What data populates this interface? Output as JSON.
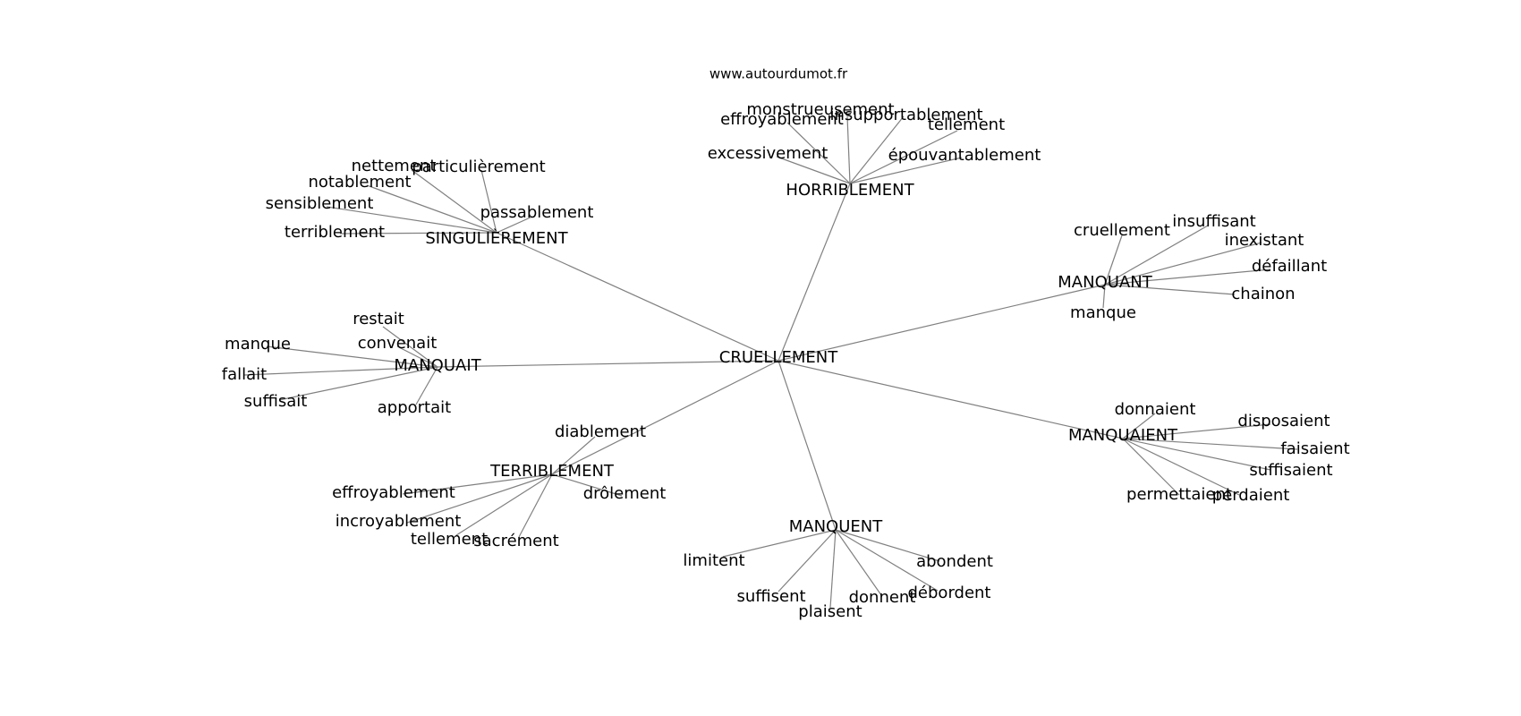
{
  "source": "www.autourdumot.fr",
  "center": "CRUELLEMENT",
  "edge_color": "#808080",
  "hubs": [
    {
      "label": "HORRIBLEMENT",
      "leaves": [
        "monstrueusement",
        "insupportablement",
        "effroyablement",
        "tellement",
        "excessivement",
        "épouvantablement"
      ]
    },
    {
      "label": "SINGULIÈREMENT",
      "leaves": [
        "nettement",
        "particulièrement",
        "notablement",
        "sensiblement",
        "passablement",
        "terriblement"
      ]
    },
    {
      "label": "MANQUANT",
      "leaves": [
        "cruellement",
        "insuffisant",
        "inexistant",
        "défaillant",
        "chainon",
        "manque"
      ]
    },
    {
      "label": "MANQUAIT",
      "leaves": [
        "restait",
        "manque",
        "convenait",
        "fallait",
        "suffisait",
        "apportait"
      ]
    },
    {
      "label": "MANQUAIENT",
      "leaves": [
        "donnaient",
        "disposaient",
        "faisaient",
        "suffisaient",
        "permettaient",
        "perdaient"
      ]
    },
    {
      "label": "TERRIBLEMENT",
      "leaves": [
        "diablement",
        "effroyablement",
        "drôlement",
        "incroyablement",
        "tellement",
        "sacrément"
      ]
    },
    {
      "label": "MANQUENT",
      "leaves": [
        "limitent",
        "abondent",
        "suffisent",
        "débordent",
        "donnent",
        "plaisent"
      ]
    }
  ]
}
